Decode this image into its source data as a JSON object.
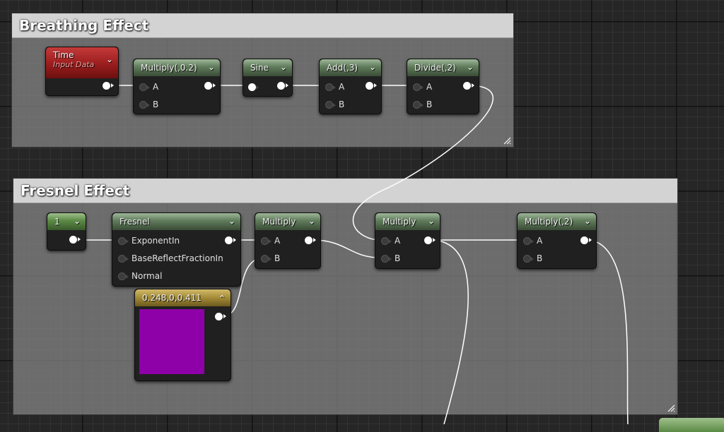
{
  "comments": {
    "breathing": {
      "title": "Breathing Effect"
    },
    "fresnel": {
      "title": "Fresnel Effect"
    }
  },
  "nodes": {
    "time": {
      "title": "Time",
      "subtitle": "Input Data"
    },
    "multiply_02": {
      "title": "Multiply(,0.2)",
      "pins": [
        "A",
        "B"
      ]
    },
    "sine": {
      "title": "Sine"
    },
    "add_3": {
      "title": "Add(,3)",
      "pins": [
        "A",
        "B"
      ]
    },
    "divide_2": {
      "title": "Divide(,2)",
      "pins": [
        "A",
        "B"
      ]
    },
    "constant_1": {
      "title": "1"
    },
    "fresnel": {
      "title": "Fresnel",
      "pins": [
        "ExponentIn",
        "BaseReflectFractionIn",
        "Normal"
      ]
    },
    "multiply_a": {
      "title": "Multiply",
      "pins": [
        "A",
        "B"
      ]
    },
    "multiply_b": {
      "title": "Multiply",
      "pins": [
        "A",
        "B"
      ]
    },
    "multiply_2": {
      "title": "Multiply(,2)",
      "pins": [
        "A",
        "B"
      ]
    },
    "color": {
      "title": "0.248,0,0.411",
      "color": "#8e00a8"
    }
  },
  "colors": {
    "background": "#262626",
    "comment_body": "#808080",
    "comment_title": "#d3d3d3",
    "math_node_header": "#5f7b5a",
    "input_node_header": "#9a1d1d",
    "constant_node_header": "#5a8a44",
    "vector_node_header": "#a38a36",
    "wire": "#ffffff"
  },
  "icons": {
    "collapse": "chevron-down-icon",
    "expand": "chevron-up-icon",
    "resize": "resize-grip-icon"
  }
}
